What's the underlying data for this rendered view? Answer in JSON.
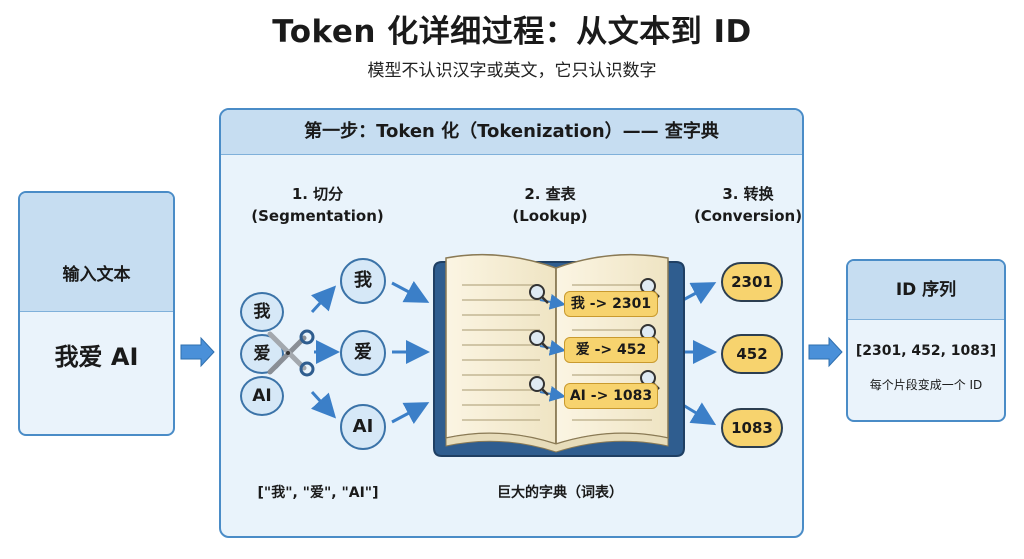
{
  "header": {
    "title": "Token 化详细过程：从文本到 ID",
    "subtitle": "模型不认识汉字或英文，它只认识数字"
  },
  "input_box": {
    "title": "输入文本",
    "text": "我爱 AI"
  },
  "panel": {
    "title": "第一步：Token 化（Tokenization）—— 查字典"
  },
  "steps": [
    {
      "line1": "1. 切分",
      "line2": "(Segmentation)"
    },
    {
      "line1": "2. 查表",
      "line2": "(Lookup)"
    },
    {
      "line1": "3. 转换",
      "line2": "(Conversion)"
    }
  ],
  "input_chars": [
    "我",
    "爱",
    "AI"
  ],
  "tokens": [
    "我",
    "爱",
    "AI"
  ],
  "tokens_caption": "[\"我\", \"爱\", \"AI\"]",
  "dictionary_entries": [
    "我 -> 2301",
    "爱 -> 452",
    "AI -> 1083"
  ],
  "dictionary_caption": "巨大的字典（词表）",
  "ids": [
    "2301",
    "452",
    "1083"
  ],
  "output_box": {
    "title": "ID 序列",
    "sequence": "[2301, 452, 1083]",
    "note": "每个片段变成一个 ID"
  },
  "colors": {
    "panel_bg": "#e9f3fb",
    "panel_border": "#4a8cc7",
    "header_bg": "#c6ddf1",
    "id_pill": "#f7d36e",
    "arrow": "#4a90d9"
  },
  "icons": [
    "scissors-icon",
    "magnifier-icon",
    "book-icon",
    "arrow-icon"
  ]
}
